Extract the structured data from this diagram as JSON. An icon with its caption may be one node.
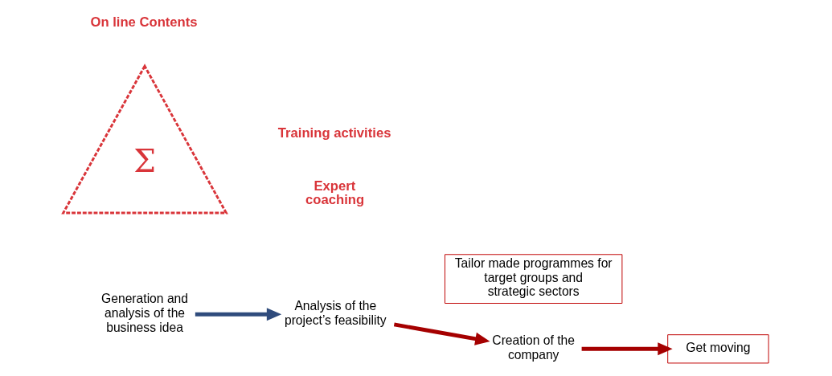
{
  "diagram": {
    "nodes": [
      {
        "text": [
          "Generation and analysis of the business idea"
        ]
      },
      {
        "text": [
          "Analysis of the project’s feasibility"
        ]
      },
      {
        "text": [
          "Σ"
        ]
      },
      {
        "text": [
          "Tailor made programmes for target groups and strategic sectors"
        ]
      },
      {
        "text": [
          "Get moving"
        ]
      },
      {
        "text": [
          "Creation of the company"
        ]
      }
    ],
    "edges": [
      {
        "from": 0,
        "to": 1,
        "arrow": "to",
        "color": "#2f4b7c"
      },
      {
        "from": 1,
        "to": 5,
        "arrow": "to"
      },
      {
        "from": 5,
        "to": 4,
        "arrow": "to"
      }
    ],
    "labels": [
      "On line Contents",
      "Expert coaching",
      "Training activities"
    ]
  }
}
